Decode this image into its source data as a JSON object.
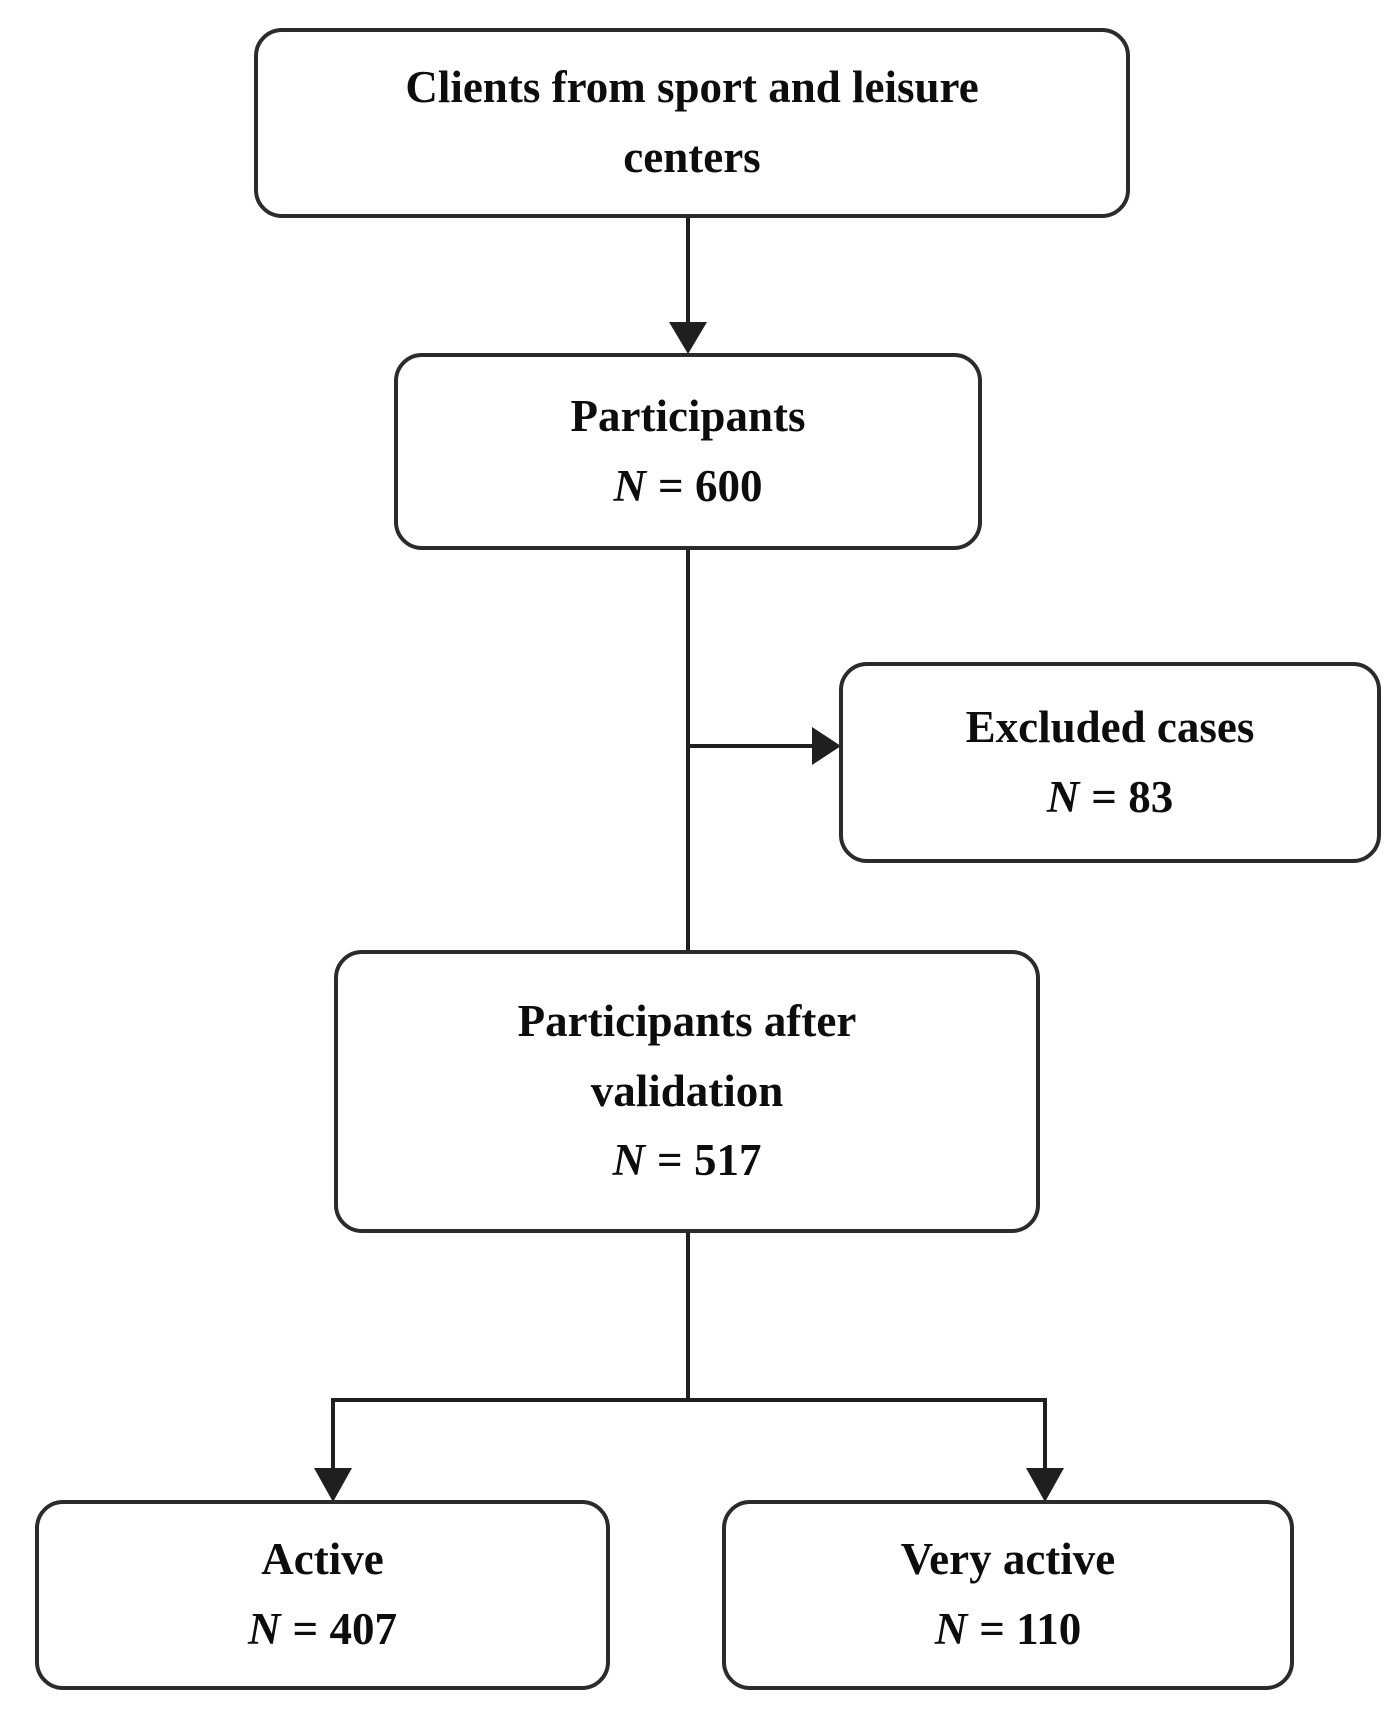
{
  "flowchart": {
    "nodes": {
      "clients": {
        "line1": "Clients from sport and leisure",
        "line2": "centers"
      },
      "participants": {
        "title": "Participants",
        "n_symbol": "N",
        "n_rest": "= 600"
      },
      "excluded": {
        "title": "Excluded cases",
        "n_symbol": "N",
        "n_rest": "= 83"
      },
      "validation": {
        "line1": "Participants after",
        "line2": "validation",
        "n_symbol": "N",
        "n_rest": "= 517"
      },
      "active": {
        "title": "Active",
        "n_symbol": "N",
        "n_rest": "= 407"
      },
      "very_active": {
        "title": "Very active",
        "n_symbol": "N",
        "n_rest": "= 110"
      }
    },
    "edges": [
      {
        "from": "clients",
        "to": "participants",
        "arrow": true
      },
      {
        "from": "participants",
        "to": "excluded",
        "arrow": true
      },
      {
        "from": "participants",
        "to": "validation",
        "arrow": false
      },
      {
        "from": "validation",
        "to": "active",
        "arrow": true
      },
      {
        "from": "validation",
        "to": "very_active",
        "arrow": true
      }
    ],
    "colors": {
      "line": "#1f1f1f",
      "border": "#2b2b2b",
      "text": "#0d0d0d",
      "background": "#ffffff"
    }
  }
}
